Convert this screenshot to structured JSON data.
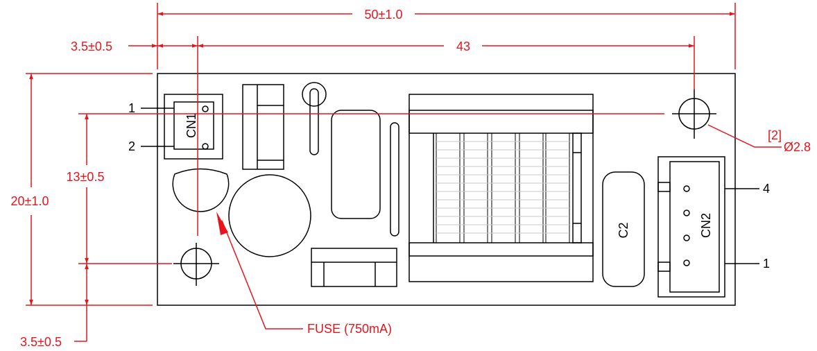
{
  "colors": {
    "dimension": "#e8141c",
    "outline": "#000000",
    "background": "#ffffff"
  },
  "dimensions": {
    "overall_width": "50±1.0",
    "left_offset": "3.5±0.5",
    "hole_spacing": "43",
    "overall_height": "20±1.0",
    "hole_vertical": "13±0.5",
    "bottom_offset": "3.5±0.5"
  },
  "hole_note": {
    "count": "[2]",
    "diameter": "Ø2.8"
  },
  "fuse_note": "FUSE (750mA)",
  "cn1": {
    "label": "CN1",
    "pin_top": "1",
    "pin_bottom": "2"
  },
  "cn2": {
    "label": "CN2",
    "pin_top": "4",
    "pin_bottom": "1"
  },
  "c2": {
    "label": "C2"
  }
}
